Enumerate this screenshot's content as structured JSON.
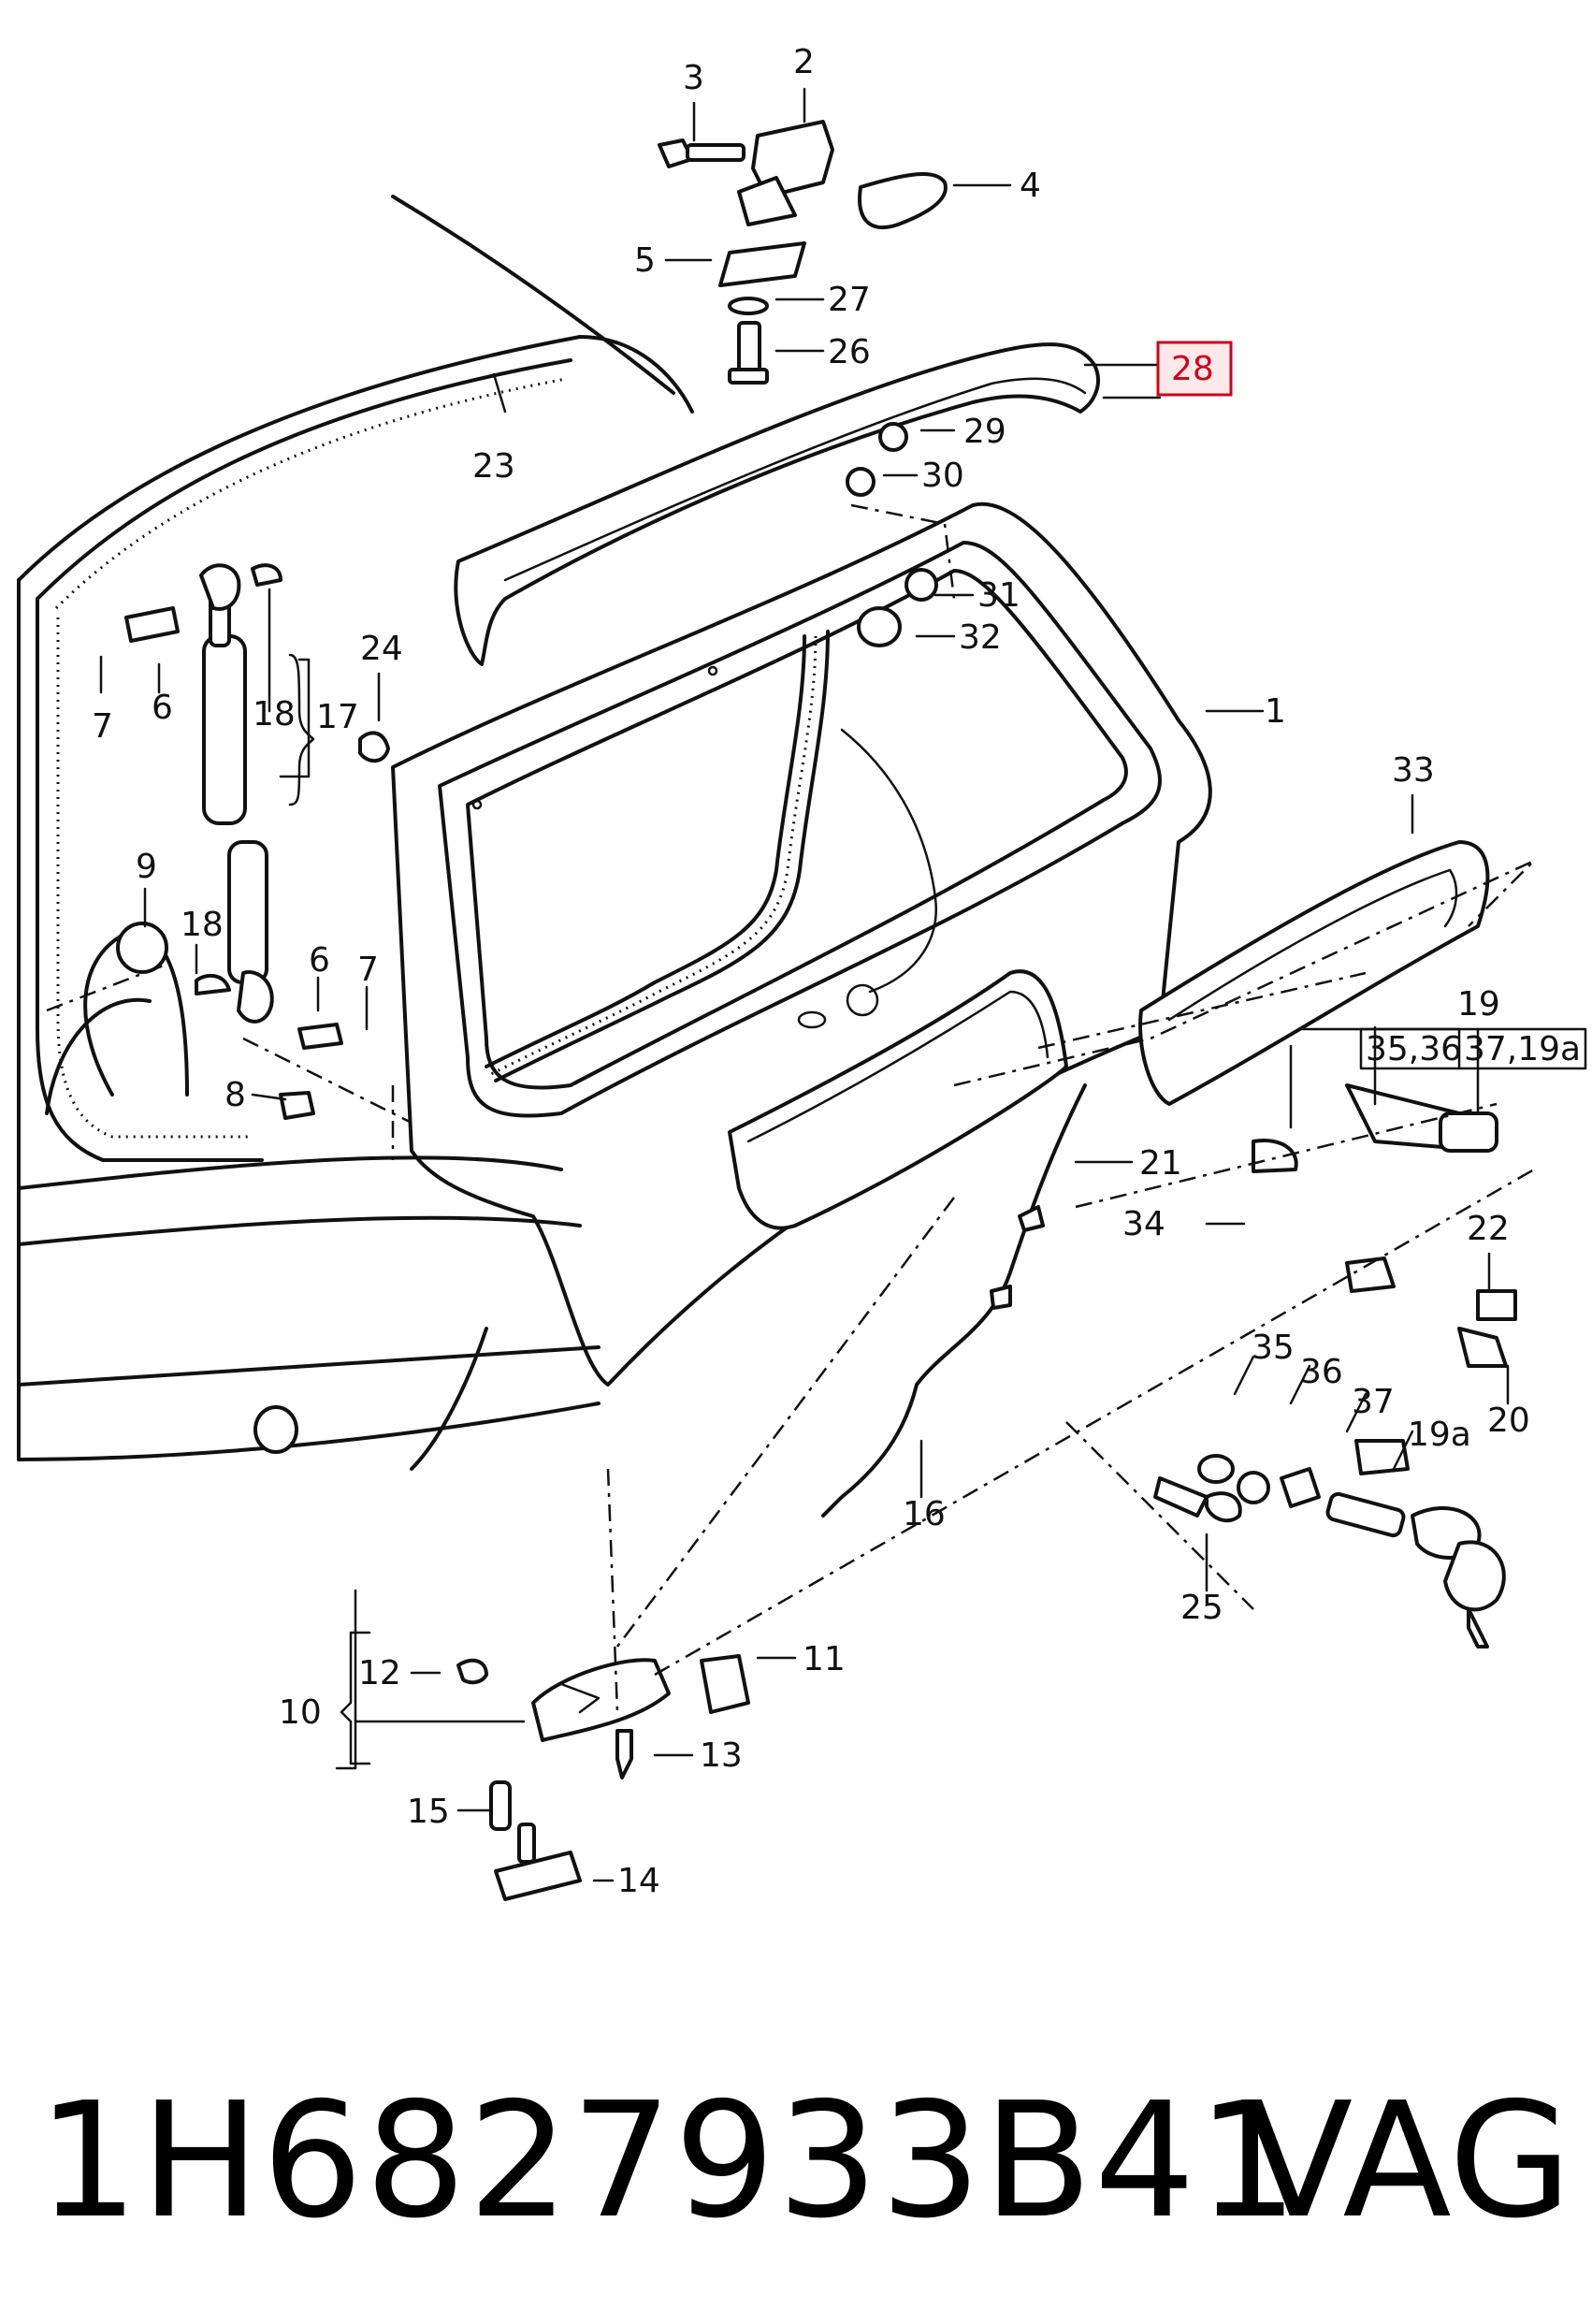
{
  "footer": {
    "part_number": "1H6827933B41",
    "brand": "VAG"
  },
  "highlight_color": "#d0021b",
  "callouts": {
    "c1": "1",
    "c2": "2",
    "c3": "3",
    "c4": "4",
    "c5": "5",
    "c6a": "6",
    "c6b": "6",
    "c7a": "7",
    "c7b": "7",
    "c8": "8",
    "c9": "9",
    "c10": "10",
    "c11": "11",
    "c12": "12",
    "c13": "13",
    "c14": "14",
    "c15": "15",
    "c16": "16",
    "c17": "17",
    "c18a": "18",
    "c18b": "18",
    "c19": "19",
    "c19a": "19a",
    "c20": "20",
    "c21": "21",
    "c22": "22",
    "c23": "23",
    "c24": "24",
    "c25": "25",
    "c26": "26",
    "c27": "27",
    "c28": "28",
    "c29": "29",
    "c30": "30",
    "c31": "31",
    "c32": "32",
    "c33": "33",
    "c34": "34",
    "c35": "35",
    "c36": "36",
    "c37": "37",
    "c3536": "35,36",
    "c3719a": "37,19a"
  }
}
